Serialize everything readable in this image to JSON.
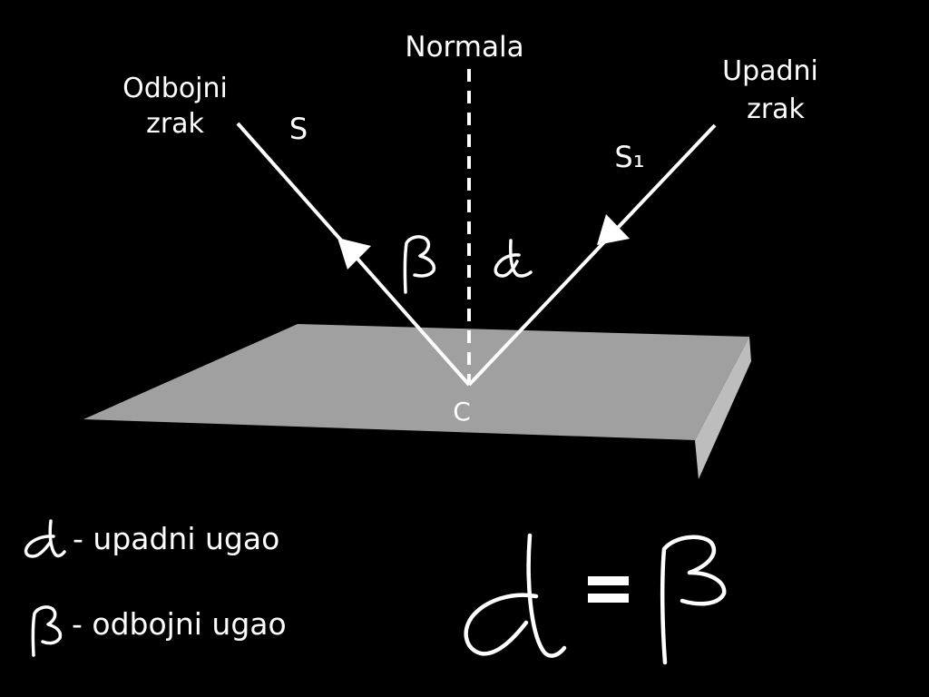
{
  "diagram": {
    "normal_label": "Normala",
    "reflected_ray_label": [
      "Odbojni",
      "zrak"
    ],
    "incident_ray_label": [
      "Upadni",
      "zrak"
    ],
    "reflected_segment_label": "S",
    "incident_segment_label": "S₁",
    "point_label": "C",
    "angle_reflection_symbol": "β",
    "angle_incidence_symbol": "α"
  },
  "legend": {
    "incidence_text": "- upadni ugao",
    "reflection_text": "- odbojni ugao"
  },
  "equation": {
    "equals_sign": "="
  },
  "colors": {
    "background": "#000000",
    "line": "#ffffff",
    "surface_top": "#a0a0a0",
    "surface_edge": "#bdbdbd"
  }
}
